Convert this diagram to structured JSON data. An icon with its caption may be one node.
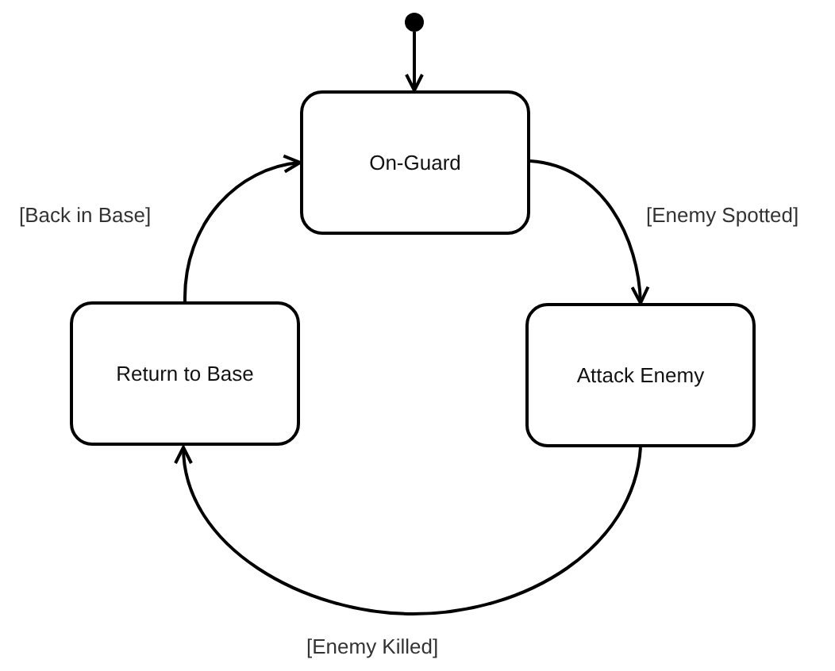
{
  "diagram": {
    "nodes": [
      {
        "text": [],
        "shape": "circle"
      },
      {
        "text": [
          "On-Guard"
        ]
      },
      {
        "text": [
          "Attack Enemy"
        ]
      },
      {
        "text": [
          "Return to Base"
        ]
      }
    ],
    "edges": [
      {
        "from": 0,
        "to": 1,
        "arrow": "to"
      },
      {
        "from": 1,
        "to": 2,
        "arrow": "to",
        "label": "[Enemy Spotted]"
      },
      {
        "from": 2,
        "to": 3,
        "arrow": "to",
        "label": "[Enemy Killed]"
      },
      {
        "from": 3,
        "to": 1,
        "arrow": "to",
        "label": "[Back in Base]"
      }
    ]
  }
}
